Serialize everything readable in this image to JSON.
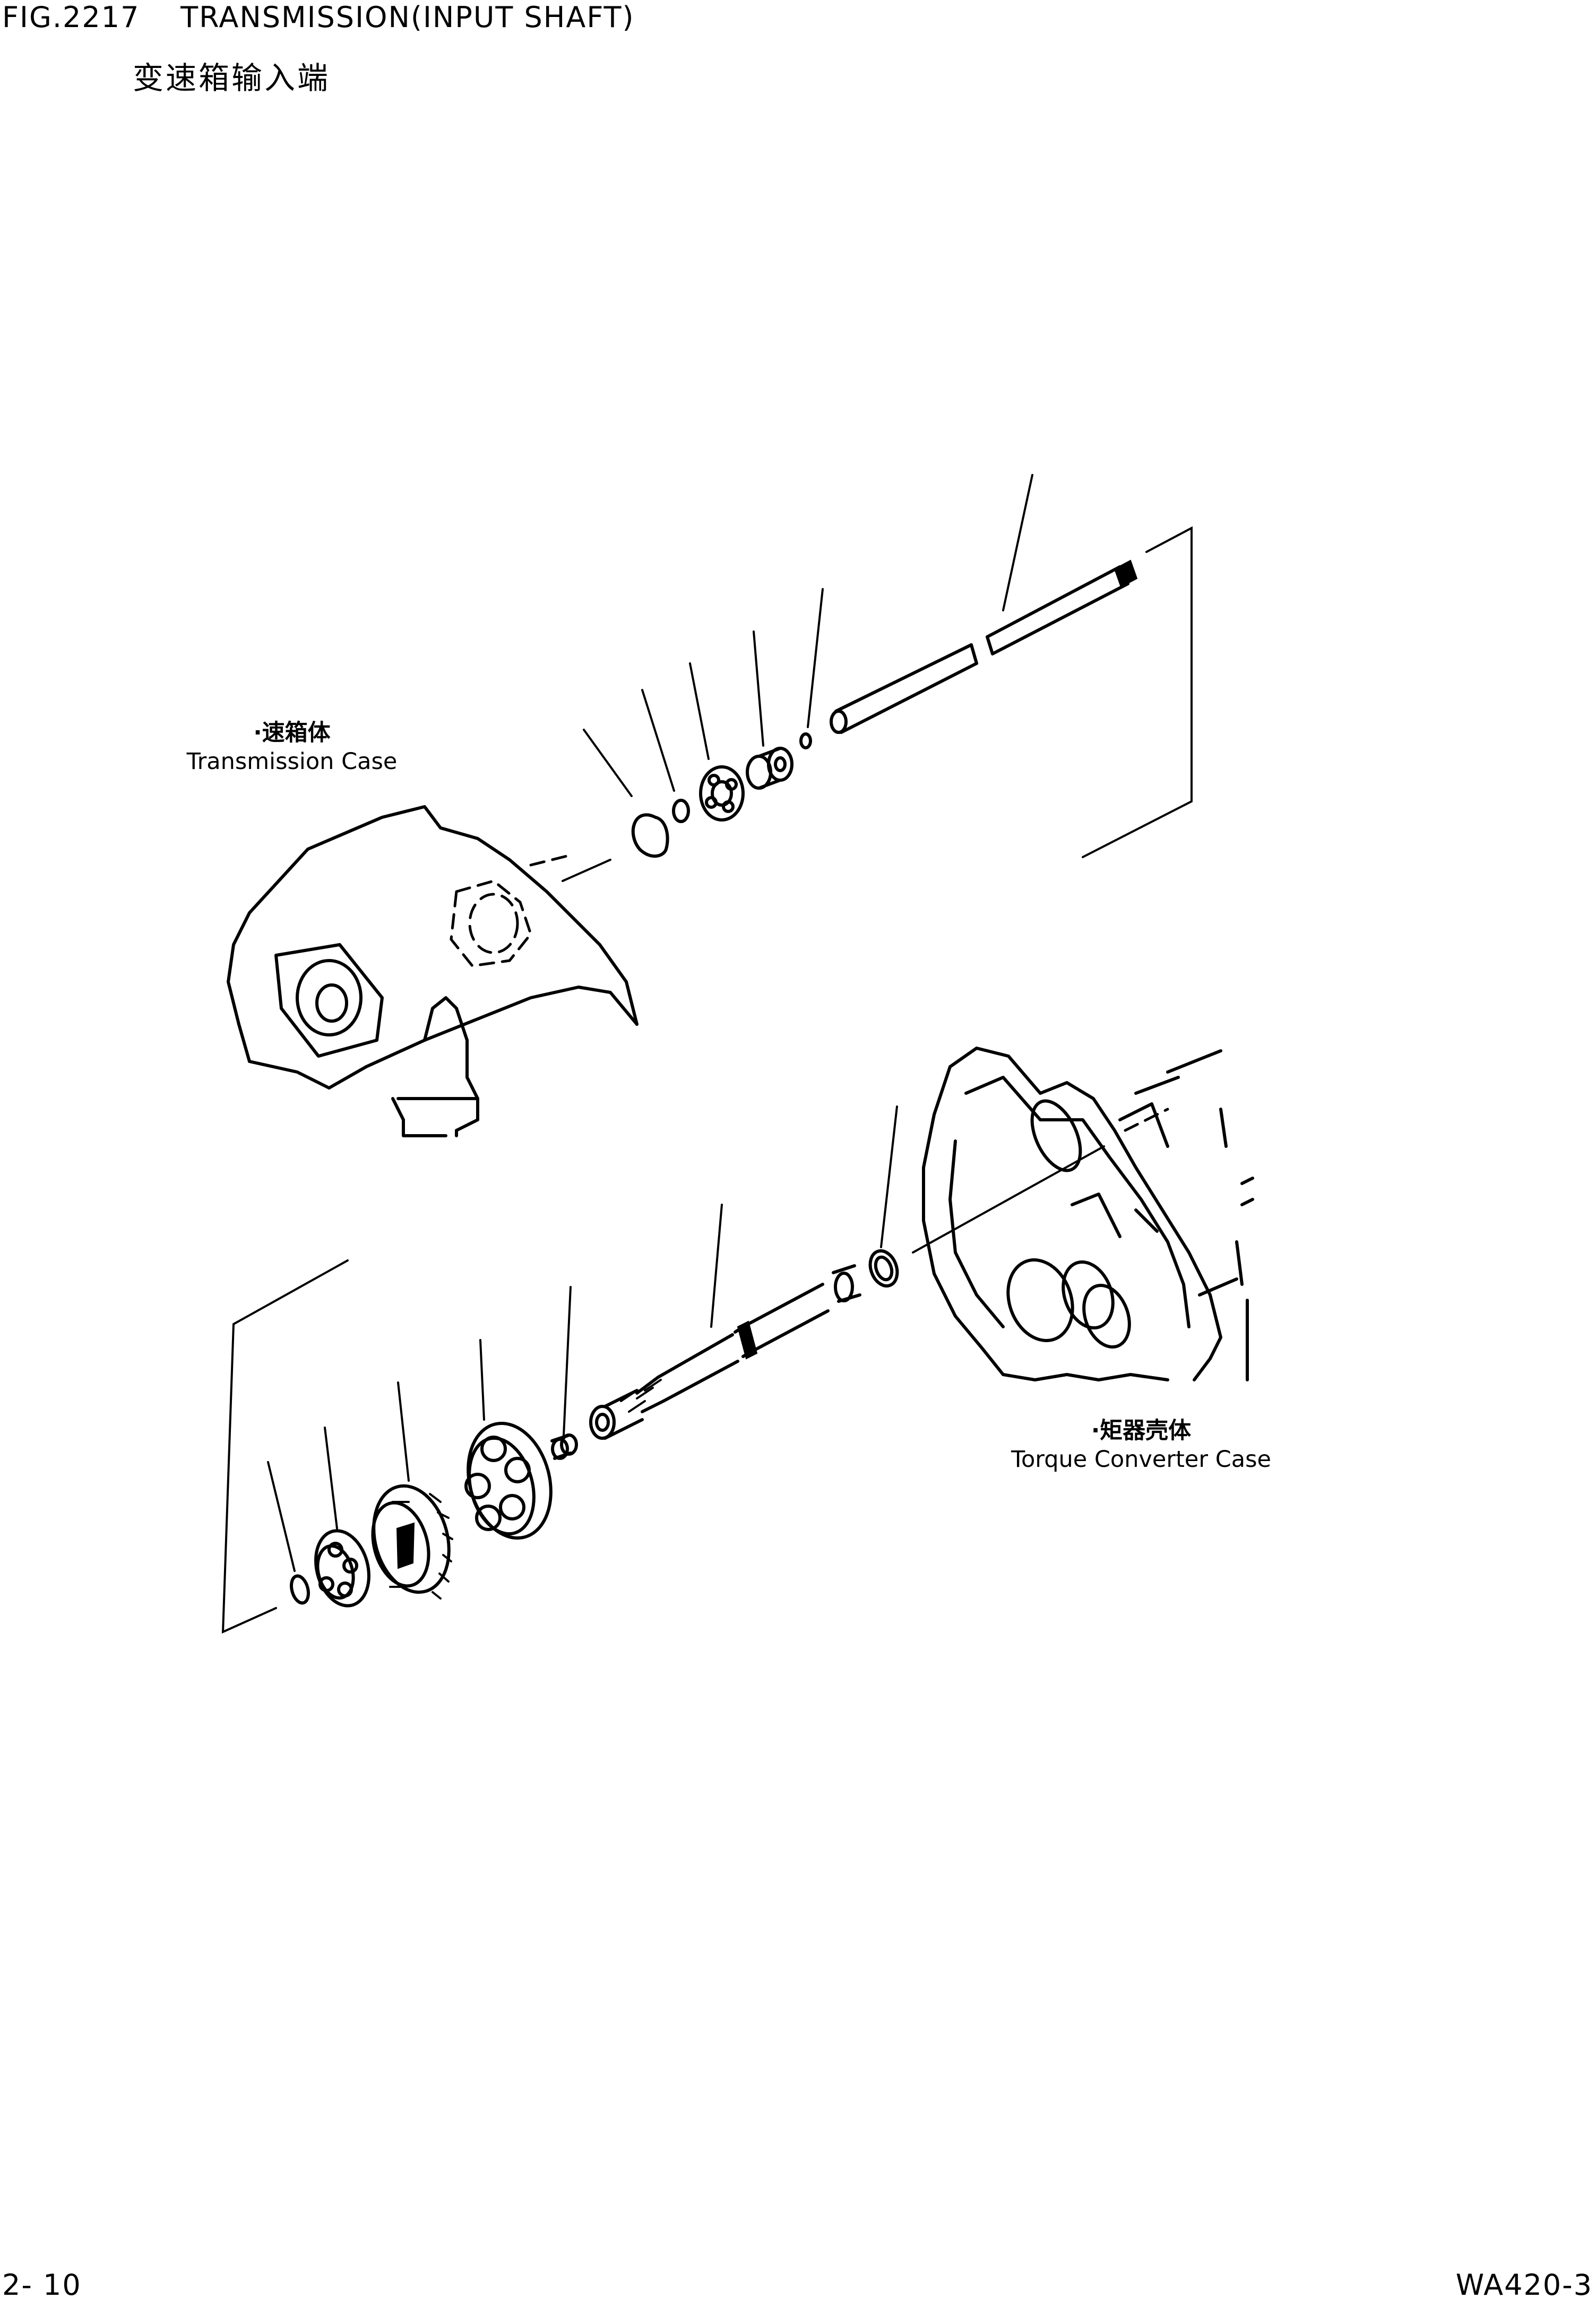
{
  "header": {
    "figure_title": "FIG.2217    TRANSMISSION(INPUT SHAFT)",
    "subtitle": "变速箱输入端"
  },
  "labels": {
    "transmission_case": {
      "cn": "·速箱体",
      "en": "Transmission Case"
    },
    "torque_converter_case": {
      "cn": "·矩器壳体",
      "en": "Torque Converter Case"
    }
  },
  "footer": {
    "page_number": "2- 10",
    "model_code": "WA420-3"
  }
}
